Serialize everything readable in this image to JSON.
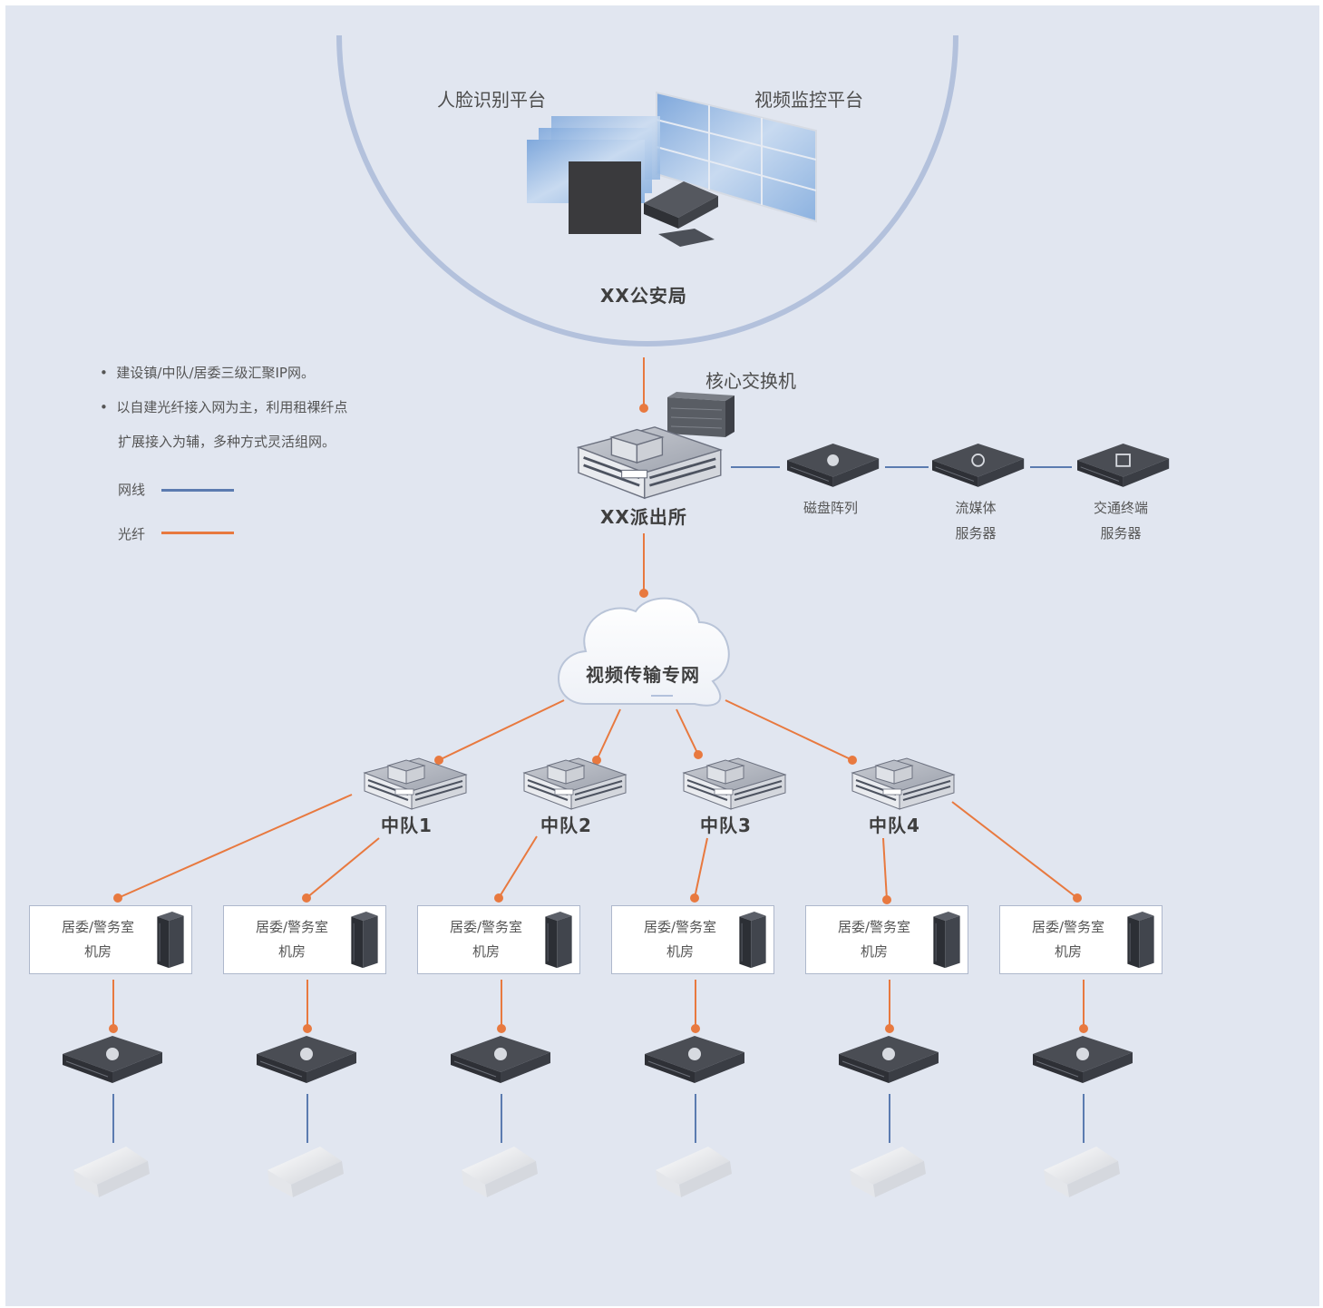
{
  "hq": {
    "face_platform": "人脸识别平台",
    "video_platform": "视频监控平台",
    "name": "XX公安局"
  },
  "core_switch": "核心交换机",
  "police_station": "XX派出所",
  "devices": [
    {
      "name": "磁盘阵列",
      "icon": "disk-array-icon"
    },
    {
      "name": "流媒体\n服务器",
      "line1": "流媒体",
      "line2": "服务器",
      "icon": "media-server-icon"
    },
    {
      "name": "交通终端\n服务器",
      "line1": "交通终端",
      "line2": "服务器",
      "icon": "traffic-server-icon"
    }
  ],
  "notes": [
    "建设镇/中队/居委三级汇聚IP网。",
    "以自建光纤接入网为主，利用租裸纤点",
    "扩展接入为辅，多种方式灵活组网。"
  ],
  "legend": [
    {
      "label": "网线",
      "color": "#5b7bb0"
    },
    {
      "label": "光纤",
      "color": "#e8793f"
    }
  ],
  "cloud": "视频传输专网",
  "squads": [
    "中队1",
    "中队2",
    "中队3",
    "中队4"
  ],
  "rooms": [
    {
      "line1": "居委/警务室",
      "line2": "机房"
    },
    {
      "line1": "居委/警务室",
      "line2": "机房"
    },
    {
      "line1": "居委/警务室",
      "line2": "机房"
    },
    {
      "line1": "居委/警务室",
      "line2": "机房"
    },
    {
      "line1": "居委/警务室",
      "line2": "机房"
    },
    {
      "line1": "居委/警务室",
      "line2": "机房"
    }
  ],
  "colors": {
    "background": "#e1e6f0",
    "fiber": "#e8793f",
    "cable": "#5b7bb0",
    "arc": "#b3c1dc"
  }
}
